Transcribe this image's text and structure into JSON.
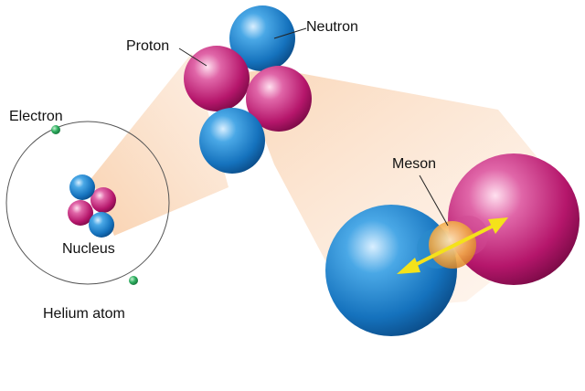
{
  "labels": {
    "neutron": "Neutron",
    "proton": "Proton",
    "electron": "Electron",
    "nucleus": "Nucleus",
    "helium_atom": "Helium atom",
    "meson": "Meson"
  },
  "colors": {
    "proton": "#c2186f",
    "neutron": "#1a7bc4",
    "electron": "#1e9a4f",
    "meson": "#f2a640",
    "arrow": "#f4e21a",
    "beam": "#f7c9a3"
  }
}
